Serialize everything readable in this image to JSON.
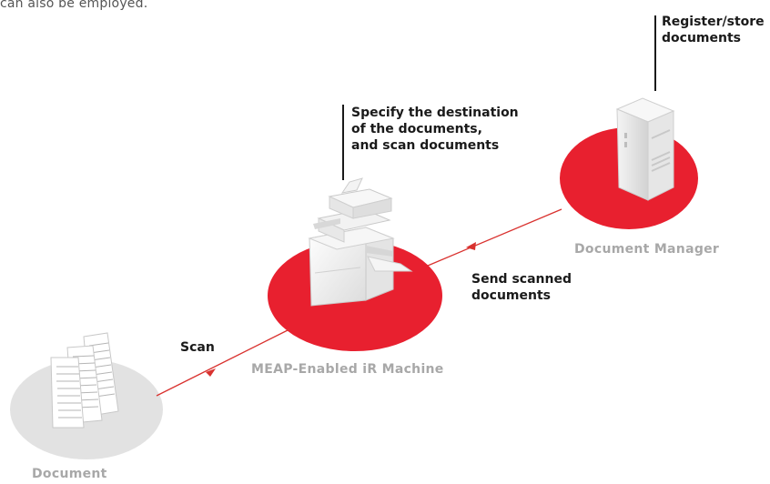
{
  "intro_text": "can also be employed.",
  "nodes": {
    "document": {
      "label": "Document"
    },
    "machine": {
      "label": "MEAP-Enabled iR Machine"
    },
    "manager": {
      "label": "Document Manager"
    }
  },
  "callouts": {
    "machine": [
      "Specify the destination",
      "of the documents,",
      "and scan documents"
    ],
    "manager": [
      "Register/store",
      "documents"
    ]
  },
  "flows": {
    "scan": {
      "label": "Scan"
    },
    "send": {
      "label_lines": [
        "Send scanned",
        "documents"
      ]
    }
  },
  "colors": {
    "accent_red": "#e8202f",
    "grey_disc": "#e2e2e2",
    "connector": "#d9322f",
    "label_grey": "#a8a8a8"
  }
}
